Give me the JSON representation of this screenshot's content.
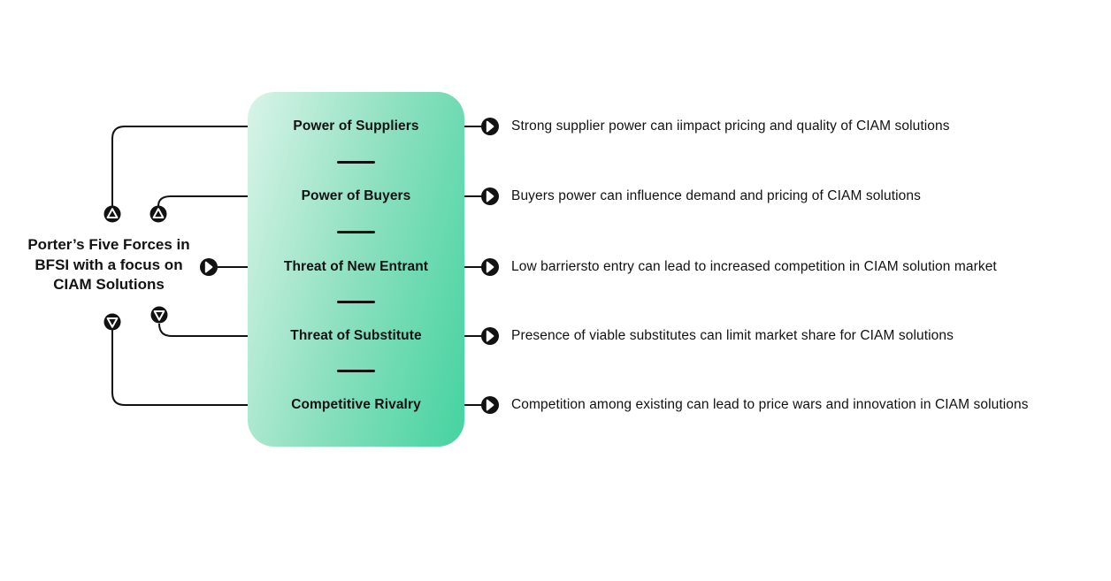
{
  "title": {
    "full": "Porter’s Five Forces in BFSI with a focus on CIAM Solutions",
    "lines": [
      "Porter’s Five Forces in",
      "BFSI with a focus on",
      "CIAM Solutions"
    ]
  },
  "forces": [
    {
      "label": "Power of Suppliers",
      "description": "Strong supplier power can iimpact pricing and quality of CIAM solutions"
    },
    {
      "label": "Power of Buyers",
      "description": "Buyers power can influence demand and pricing of CIAM solutions"
    },
    {
      "label": "Threat of New Entrant",
      "description": "Low barriersto entry can lead to increased competition in CIAM solution market"
    },
    {
      "label": "Threat of Substitute",
      "description": "Presence of viable substitutes can limit market share for CIAM solutions"
    },
    {
      "label": "Competitive Rivalry",
      "description": "Competition among existing can lead to price wars and innovation in CIAM solutions"
    }
  ],
  "icons": {
    "circle_up_arrow": "black circle with white up-triangle outline",
    "circle_down_arrow": "black circle with white down-triangle outline",
    "circle_play": "black circle with white right-pointing play triangle",
    "connector_dot": "small solid black dot"
  },
  "colors": {
    "background": "#ffffff",
    "panel_gradient_from": "#d9f4e8",
    "panel_gradient_to": "#45d3a0",
    "line": "#121212",
    "text": "#121212",
    "icon_fill": "#121212",
    "icon_glyph": "#ffffff"
  }
}
